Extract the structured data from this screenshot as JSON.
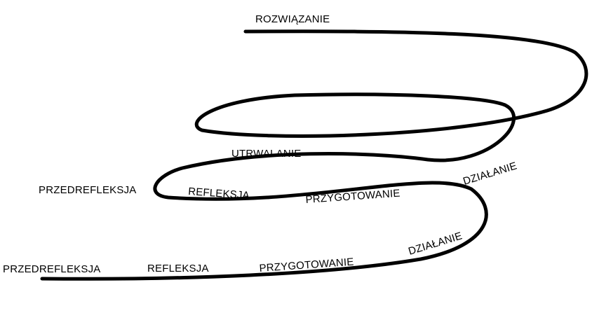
{
  "diagram": {
    "colors": {
      "line": "#000000",
      "text": "#000000",
      "background": "#ffffff"
    },
    "labels": {
      "rozwiazanie": "ROZWIĄZANIE",
      "utrwalanie": "UTRWALANIE",
      "predrefleksja_upper": "PRZEDREFLEKSJA",
      "refleksja_upper": "REFLEKSJA",
      "przygotowanie_upper": "PRZYGOTOWANIE",
      "dzialanie_upper": "DZIAŁANIE",
      "predrefleksja_lower": "PRZEDREFLEKSJA",
      "refleksja_lower": "REFLEKSJA",
      "przygotowanie_lower": "PRZYGOTOWANIE",
      "dzialanie_lower": "DZIAŁANIE"
    }
  }
}
